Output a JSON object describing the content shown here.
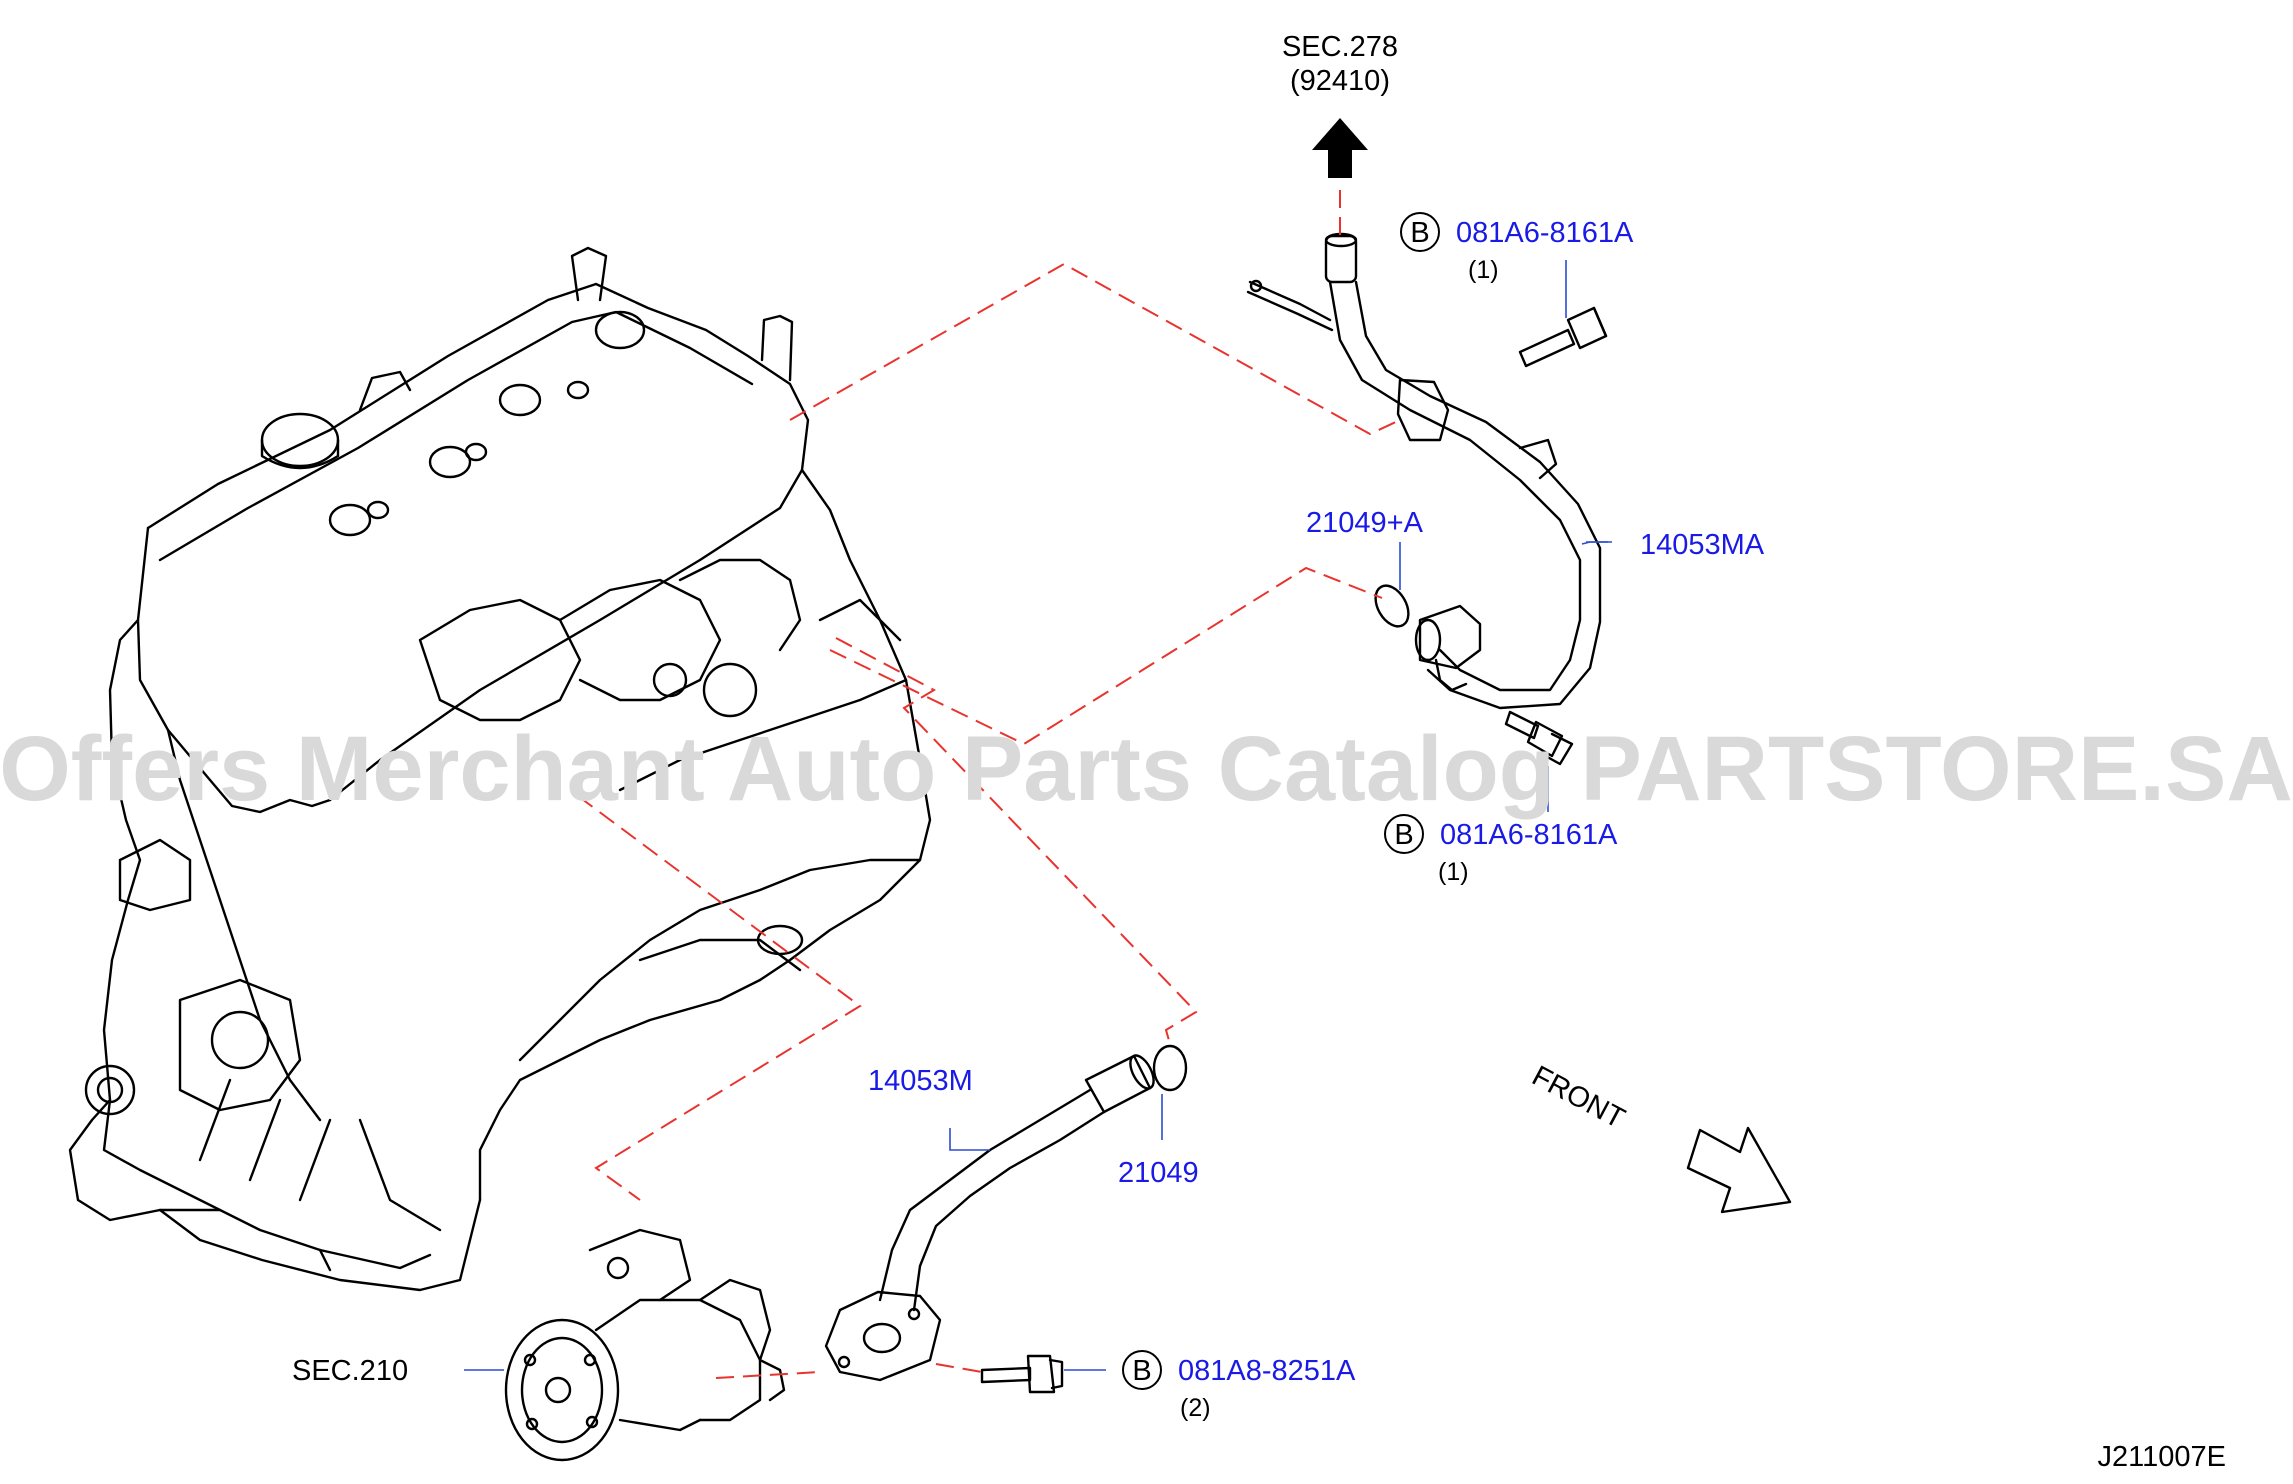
{
  "watermark": "Offers Merchant Auto Parts Catalog PARTSTORE.SA",
  "diagram_id": "J211007E",
  "references": {
    "sec278_line1": "SEC.278",
    "sec278_line2": "(92410)",
    "sec210": "SEC.210",
    "front": "FRONT"
  },
  "callouts": {
    "bolt_top": {
      "code": "B",
      "part": "081A6-8161A",
      "qty": "(1)"
    },
    "bolt_mid": {
      "code": "B",
      "part": "081A6-8161A",
      "qty": "(1)"
    },
    "bolt_bottom": {
      "code": "B",
      "part": "081A8-8251A",
      "qty": "(2)"
    },
    "oring_upper": "21049+A",
    "pipe_upper": "14053MA",
    "pipe_lower": "14053M",
    "oring_lower": "21049"
  },
  "colors": {
    "part_number": "#1a1ae6",
    "leader": "#2b4ccf",
    "dash": "#e8332e",
    "watermark": "#d9d9d9"
  }
}
